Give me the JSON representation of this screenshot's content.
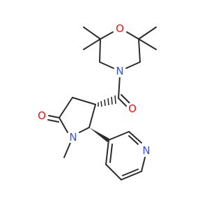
{
  "molecule": {
    "atoms": [
      {
        "id": "O1",
        "symbol": "O",
        "color": "#ff0d0d"
      },
      {
        "id": "N1",
        "symbol": "N",
        "color": "#3050f8"
      },
      {
        "id": "O2",
        "symbol": "O",
        "color": "#ff0d0d"
      },
      {
        "id": "O3",
        "symbol": "O",
        "color": "#ff0d0d"
      },
      {
        "id": "N2",
        "symbol": "N",
        "color": "#3050f8"
      },
      {
        "id": "N3",
        "symbol": "N",
        "color": "#3050f8"
      }
    ],
    "bond_color": "#2b2b2b"
  }
}
